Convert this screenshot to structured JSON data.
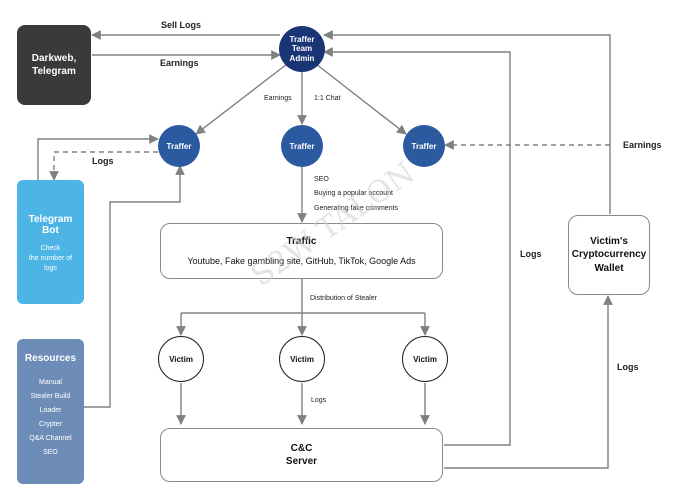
{
  "nodes": {
    "admin": {
      "lines": [
        "Traffer",
        "Team",
        "Admin"
      ]
    },
    "darkweb": {
      "lines": [
        "Darkweb,",
        "Telegram"
      ]
    },
    "traffer_left": "Traffer",
    "traffer_mid": "Traffer",
    "traffer_right": "Traffer",
    "telegram_bot": {
      "title": [
        "Telegram",
        "Bot"
      ],
      "desc": [
        "Check",
        "the number of",
        "logs"
      ]
    },
    "resources": {
      "title": "Resources",
      "items": [
        "Manual",
        "Stealer Build",
        "Loader",
        "Crypter",
        "Q&A Channel",
        "SEO"
      ]
    },
    "traffic": {
      "title": "Traffic",
      "sub": "Youtube, Fake gambling site, GitHub, TikTok, Google Ads"
    },
    "victim_1": "Victim",
    "victim_2": "Victim",
    "victim_3": "Victim",
    "cc_server": {
      "lines": [
        "C&C",
        "Server"
      ]
    },
    "wallet": {
      "lines": [
        "Victim's",
        "Cryptocurrency",
        "Wallet"
      ]
    }
  },
  "labels": {
    "sell_logs": "Sell Logs",
    "earnings_top": "Earnings",
    "earnings_small": "Earnings",
    "chat": "1:1 Chat",
    "logs_bot": "Logs",
    "earnings_right": "Earnings",
    "seo_methods": [
      "SEO",
      "Buying a popular account",
      "Generating fake comments"
    ],
    "distribution": "Distribution of Stealer",
    "logs_victim": "Logs",
    "logs_cc_admin": "Logs",
    "logs_cc_wallet": "Logs"
  },
  "watermark": "S2W TALON",
  "colors": {
    "navy": "#1a3576",
    "traffer": "#2c5aa0",
    "bot": "#4db4e6",
    "resources": "#6e8cb8",
    "dark": "#3a3a3a",
    "arrow": "#808080"
  }
}
